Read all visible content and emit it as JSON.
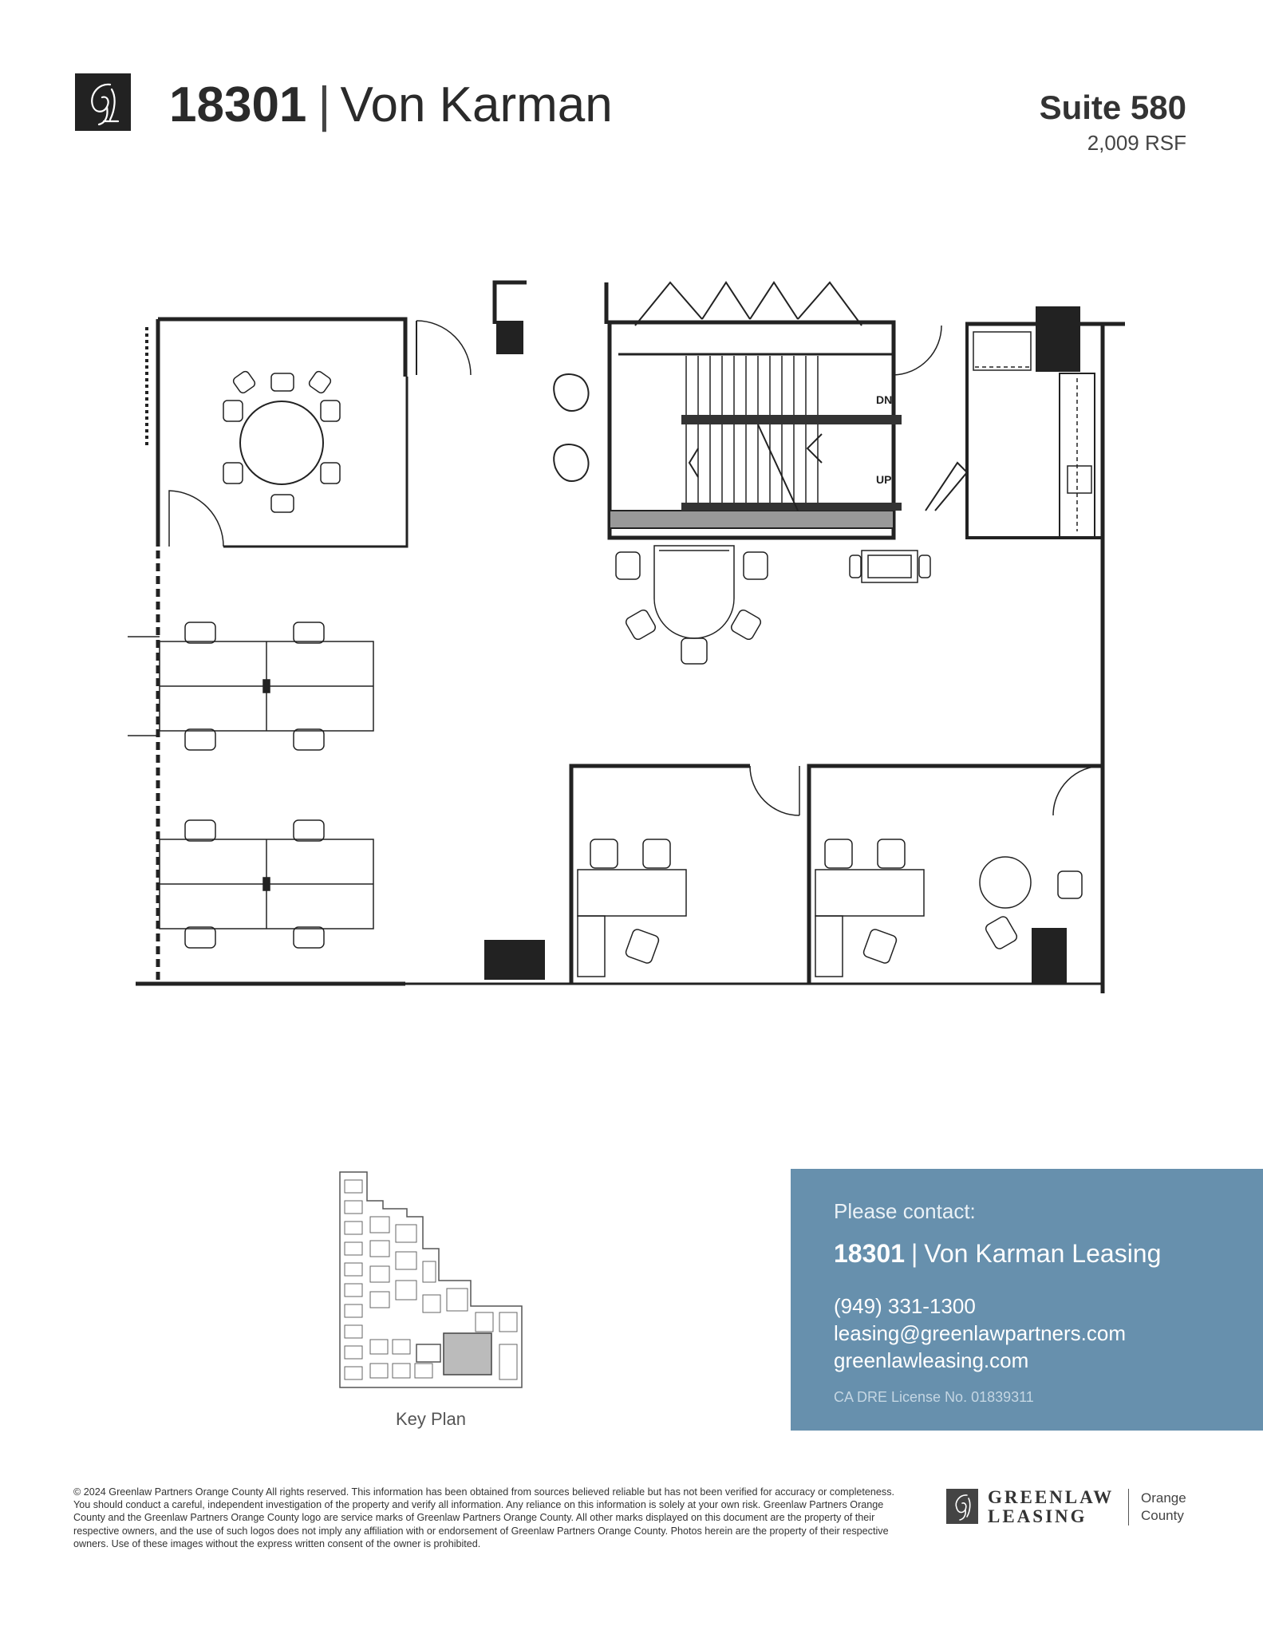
{
  "header": {
    "building_number": "18301",
    "separator": "|",
    "building_name": "Von Karman",
    "suite": "Suite 580",
    "area": "2,009 RSF"
  },
  "floor_plan": {
    "stair_labels": {
      "down": "DN",
      "up": "UP"
    }
  },
  "key_plan": {
    "label": "Key Plan"
  },
  "contact": {
    "intro": "Please contact:",
    "title_number": "18301",
    "separator": "|",
    "title_rest": "Von Karman Leasing",
    "phone": "(949) 331-1300",
    "email": "leasing@greenlawpartners.com",
    "website": "greenlawleasing.com",
    "license": "CA DRE License No. 01839311"
  },
  "footer": {
    "disclaimer": "© 2024 Greenlaw Partners Orange County All rights reserved. This information has been obtained from sources believed reliable but has not been verified for accuracy or completeness. You should conduct a careful, independent investigation of the property and verify all information. Any reliance on this information is solely at your own risk. Greenlaw Partners Orange County and the Greenlaw Partners Orange County logo are service marks of Greenlaw Partners Orange County. All other marks displayed on this document are the property of their respective owners, and the use of such logos does not imply any affiliation with or endorsement of Greenlaw Partners Orange County. Photos herein are the property of their respective owners. Use of these images without the express written consent of the owner is prohibited.",
    "brand_line1": "GREENLAW",
    "brand_line2": "LEASING",
    "region_line1": "Orange",
    "region_line2": "County"
  },
  "colors": {
    "contact_panel": "#6790ad",
    "text_dark": "#222222",
    "wall": "#222222"
  },
  "icons": [
    "greenlaw-logo-icon",
    "stair-arrow-icon"
  ]
}
